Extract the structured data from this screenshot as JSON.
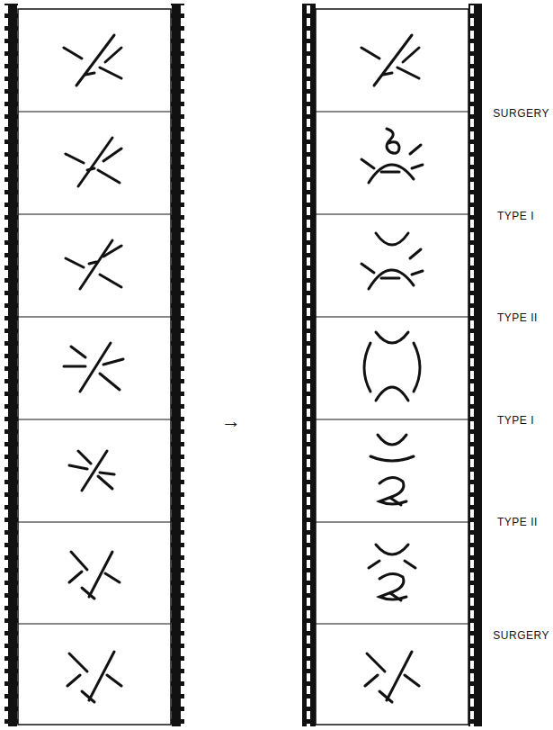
{
  "diagram": {
    "labels": [
      "→",
      "SURGERY",
      "TYPE I",
      "TYPE II",
      "TYPE I",
      "TYPE II",
      "SURGERY"
    ]
  }
}
